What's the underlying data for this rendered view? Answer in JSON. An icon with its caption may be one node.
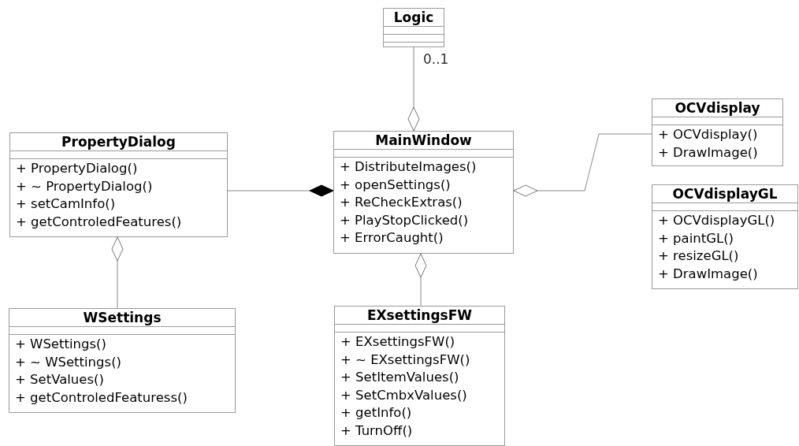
{
  "diagram": {
    "nodes": [
      {
        "text": [
          "Logic"
        ]
      },
      {
        "text": [
          "PropertyDialog",
          "+ PropertyDialog()",
          "+ ~ PropertyDialog()",
          "+ setCamInfo()",
          "+ getControledFeatures()"
        ]
      },
      {
        "text": [
          "MainWindow",
          "+ DistributeImages()",
          "+ openSettings()",
          "+ ReCheckExtras()",
          "+ PlayStopClicked()",
          "+ ErrorCaught()"
        ]
      },
      {
        "text": [
          "OCVdisplay",
          "+ OCVdisplay()",
          "+ DrawImage()"
        ]
      },
      {
        "text": [
          "OCVdisplayGL",
          "+ OCVdisplayGL()",
          "+ paintGL()",
          "+ resizeGL()",
          "+ DrawImage()"
        ]
      },
      {
        "text": [
          "WSettings",
          "+ WSettings()",
          "+ ~ WSettings()",
          "+ SetValues()",
          "+ getControledFeaturess()"
        ]
      },
      {
        "text": [
          "EXsettingsFW",
          "+ EXsettingsFW()",
          "+ ~ EXsettingsFW()",
          "+ SetItemValues()",
          "+ SetCmbxValues()",
          "+ getInfo()",
          "+ TurnOff()"
        ]
      }
    ],
    "edges": [
      {
        "from": 0,
        "to": 2,
        "arrow": "other",
        "label": "0..1"
      },
      {
        "from": 1,
        "to": 2,
        "arrow": "other"
      },
      {
        "from": 3,
        "to": 2,
        "arrow": "other"
      },
      {
        "from": 6,
        "to": 2,
        "arrow": "other"
      },
      {
        "from": 5,
        "to": 1,
        "arrow": "other"
      }
    ]
  }
}
